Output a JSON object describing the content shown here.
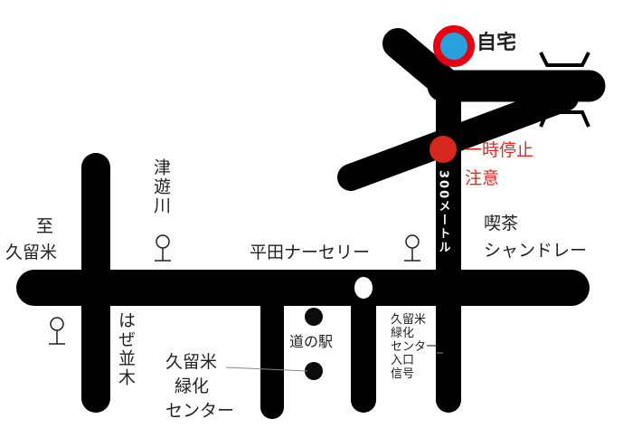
{
  "colors": {
    "road": "#000000",
    "home_ring": "#e60012",
    "home_fill": "#27a0db",
    "stop": "#d7261e",
    "text": "#231f20",
    "warning": "#e02a24"
  },
  "labels": {
    "home": "自宅",
    "stop_warning_1": "一時停止",
    "stop_warning_2": "注意",
    "distance": "300メートル",
    "cafe_1": "喫茶",
    "cafe_2": "シャンドレー",
    "nursery": "平田ナーセリー",
    "tsuyukawa": "津遊川",
    "to_kurume_1": "至",
    "to_kurume_2": "久留米",
    "haze_namiki": "はぜ並木",
    "michi_no_eki": "道の駅",
    "green_center_1": "久留米",
    "green_center_2": "緑化",
    "green_center_3": "センター",
    "entrance_signal": [
      "久留米",
      "緑化",
      "センター",
      "入口",
      "信号"
    ]
  },
  "icons": [
    "bus-stop-icon",
    "home-marker-icon",
    "stop-point-icon",
    "bridge-icon",
    "traffic-signal-icon"
  ]
}
